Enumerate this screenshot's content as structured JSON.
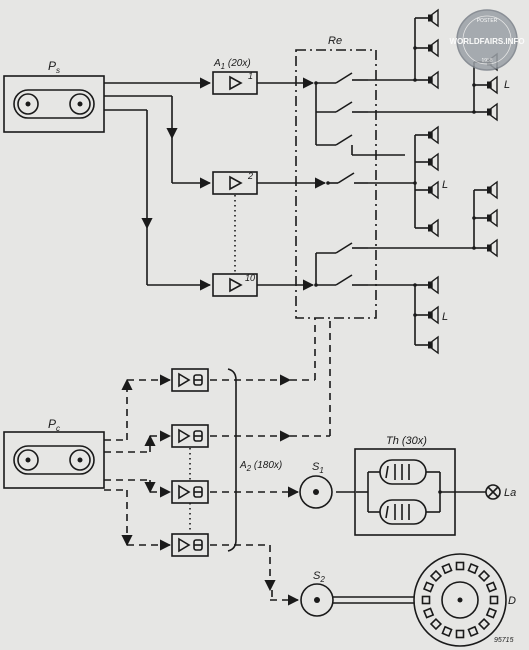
{
  "labels": {
    "ps": "P",
    "ps_sub": "s",
    "pc": "P",
    "pc_sub": "c",
    "a1": "A",
    "a1_sub": "1",
    "a1_gain": " (20x)",
    "a2": "A",
    "a2_sub": "2",
    "a2_gain": " (180x)",
    "re": "Re",
    "th": "Th (30x)",
    "s1": "S",
    "s1_sub": "1",
    "s2": "S",
    "s2_sub": "2",
    "la": "La",
    "d": "D",
    "l1": "L",
    "l2": "L",
    "l3": "L",
    "amp1": "1",
    "amp2": "2",
    "amp10": "10",
    "fig": "95715"
  },
  "watermark": {
    "text": "WORLDFAIRS.INFO",
    "top": "POSTER",
    "bottom": "1958"
  },
  "colors": {
    "ink": "#1a1a1a",
    "paper": "#e6e6e4",
    "watermark": "#8a8f96"
  }
}
